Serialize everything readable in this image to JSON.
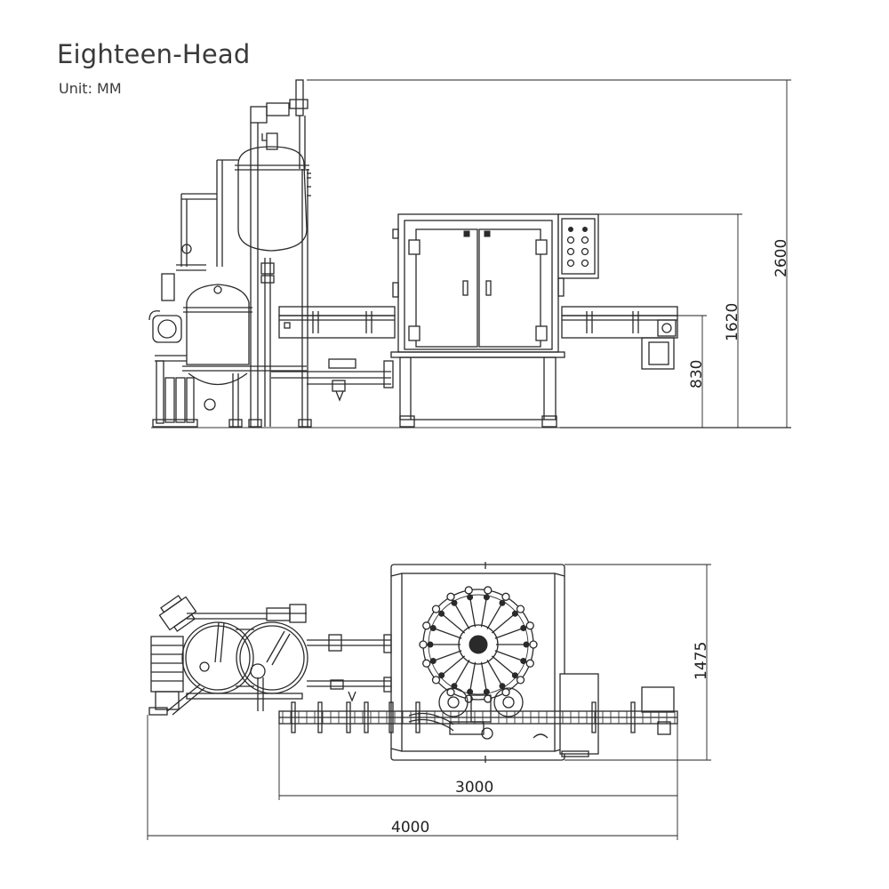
{
  "header": {
    "title": "Eighteen-Head",
    "unit": "Unit: MM"
  },
  "dimensions": {
    "overall_height": "2600",
    "machine_height": "1620",
    "conveyor_height": "830",
    "depth": "1475",
    "machine_length": "3000",
    "total_length": "4000"
  },
  "colors": {
    "line": "#2a2a2a",
    "background": "#ffffff"
  }
}
